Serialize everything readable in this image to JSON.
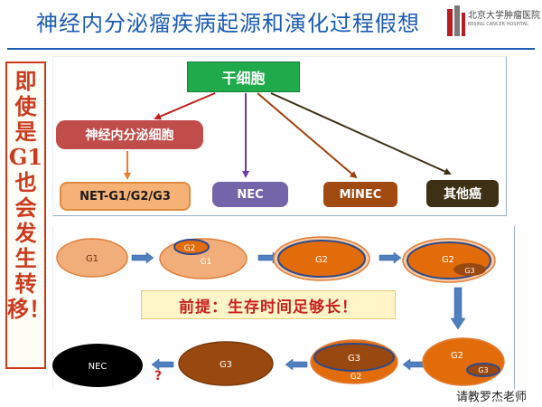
{
  "title": "神经内分泌瘤疾病起源和演化过程假想",
  "logo": {
    "name_cn": "北京大学肿瘤医院",
    "name_en": "BEIJING CANCER HOSPITAL"
  },
  "side_note": "即使是G1也会发生转移！",
  "tree": {
    "root": "干细胞",
    "neuroendocrine_cell": "神经内分泌细胞",
    "net_grades": "NET-G1/G2/G3",
    "nec": "NEC",
    "minec": "MiNEC",
    "other": "其他癌"
  },
  "evolution": {
    "stage1": "G1",
    "stage2_inner": "G2",
    "stage2_outer": "G1",
    "stage3": "G2",
    "stage4_main": "G2",
    "stage4_inner": "G3",
    "stage5_main": "G2",
    "stage5_inner": "G3",
    "stage6_inner": "G3",
    "stage6_outer": "G2",
    "stage7": "G3",
    "stage8": "NEC",
    "uncertain": "?"
  },
  "premise": "前提：生存时间足够长！",
  "footer": "请教罗杰老师",
  "colors": {
    "title_blue": "#1b5bb3",
    "accent_red": "#cc3a1e",
    "stem_green": "#1faa4b",
    "neuro_red": "#c14d4a",
    "net_orange": "#f6b176",
    "nec_purple": "#7265a9",
    "minec_brown": "#a14a10",
    "other_dark": "#3d3014",
    "flow_blue": "#4f7fbf",
    "g1_peach": "#f2ae7a",
    "g2_orange": "#e36c0a",
    "g3_brown": "#994810",
    "nec_black": "#000000"
  }
}
